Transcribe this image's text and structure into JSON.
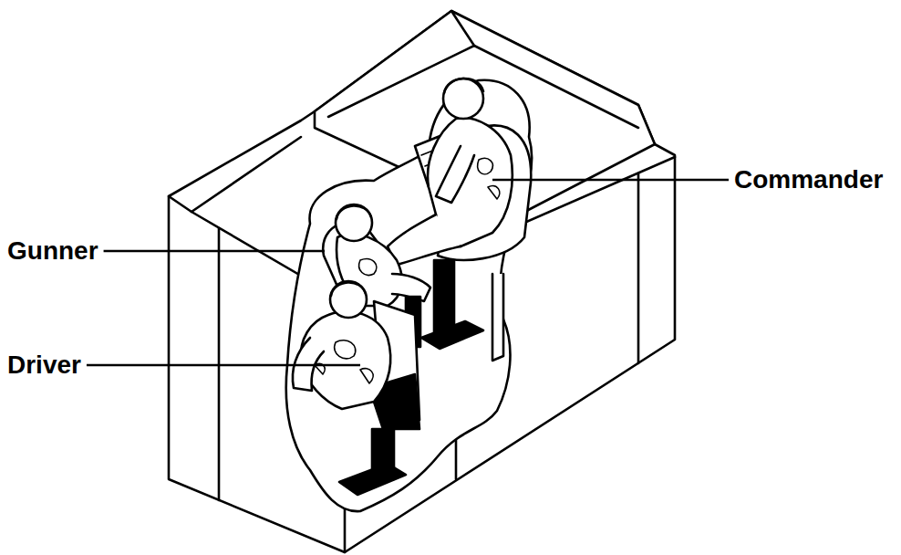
{
  "diagram": {
    "labels": [
      "Commander",
      "Gunner",
      "Driver"
    ]
  }
}
